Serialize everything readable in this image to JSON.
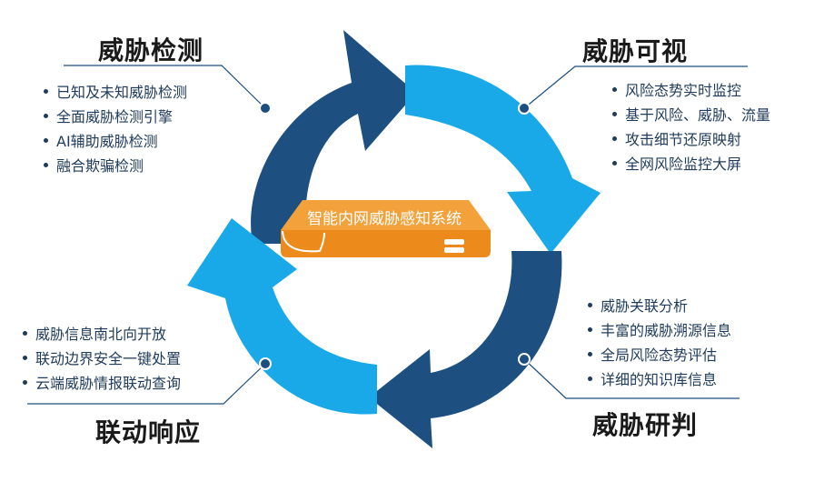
{
  "center": {
    "label": "智能内网威胁感知系统"
  },
  "sections": {
    "detect": {
      "title": "威胁检测",
      "items": [
        "已知及未知威胁检测",
        "全面威胁检测引擎",
        "AI辅助威胁检测",
        "融合欺骗检测"
      ]
    },
    "visible": {
      "title": "威胁可视",
      "items": [
        "风险态势实时监控",
        "基于风险、威胁、流量",
        "攻击细节还原映射",
        "全网风险监控大屏"
      ]
    },
    "research": {
      "title": "威胁研判",
      "items": [
        "威胁关联分析",
        "丰富的威胁溯源信息",
        "全局风险态势评估",
        "详细的知识库信息"
      ]
    },
    "response": {
      "title": "联动响应",
      "items": [
        "威胁信息南北向开放",
        "联动边界安全一键处置",
        "云端威胁情报联动查询"
      ]
    }
  },
  "colors": {
    "dark_arrow": "#1d4f80",
    "light_arrow": "#1aa9e8",
    "device": "#ec8a1c",
    "device_top": "#f3a23b",
    "leader_line": "#1d4f80"
  },
  "icons": [
    "cycle-arrows",
    "security-appliance-icon"
  ]
}
